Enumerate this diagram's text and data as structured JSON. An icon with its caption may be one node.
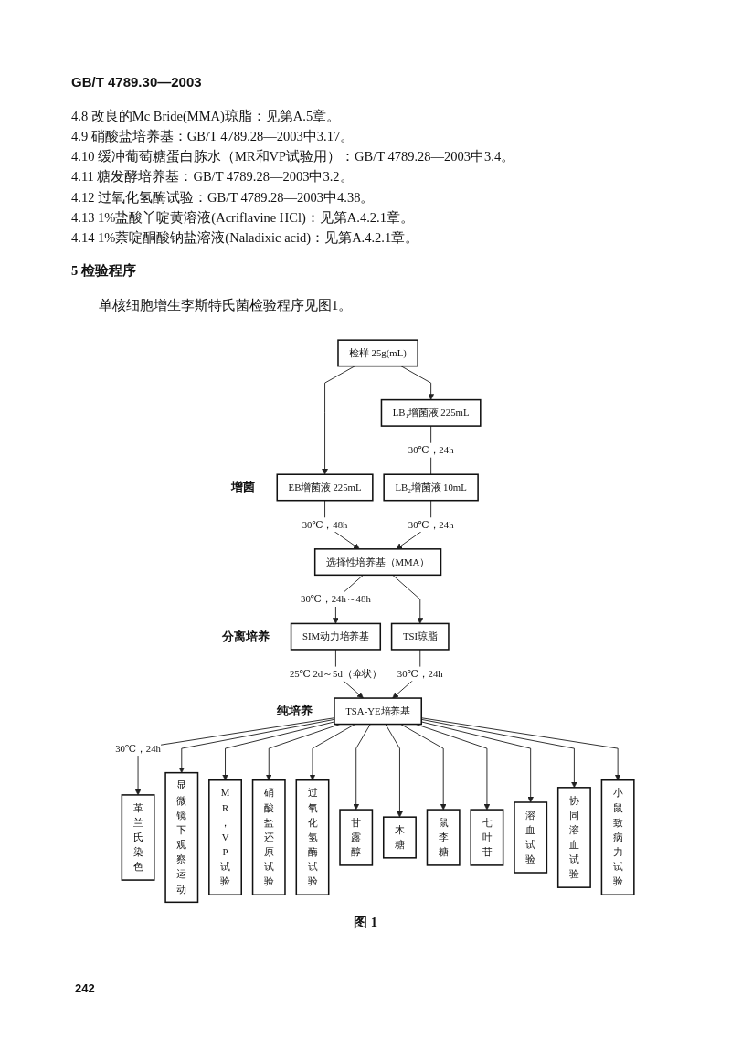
{
  "diagram": {
    "caption": "图 1",
    "nodes": [
      {
        "text": [
          "检样 25g(mL)"
        ]
      },
      {
        "text": [
          "EB增菌液 225mL"
        ],
        "beside": [
          "增菌"
        ]
      },
      {
        "text": [
          "LB₁增菌液 225mL"
        ]
      },
      {
        "text": [
          "LB₂增菌液 10mL"
        ]
      },
      {
        "text": [
          "选择性培养基（MMA）"
        ]
      },
      {
        "text": [
          "SIM动力培养基"
        ],
        "beside": [
          "分离培养"
        ]
      },
      {
        "text": [
          "TSI琼脂"
        ]
      },
      {
        "text": [
          "TSA-YE培养基"
        ],
        "beside": [
          "纯培养"
        ]
      },
      {
        "text": [
          "革兰氏染色"
        ]
      },
      {
        "text": [
          "显微镜下观察运动"
        ]
      },
      {
        "text": [
          "MR，VP试验"
        ]
      },
      {
        "text": [
          "硝酸盐还原试验"
        ]
      },
      {
        "text": [
          "过氧化氢酶试验"
        ]
      },
      {
        "text": [
          "甘露醇"
        ]
      },
      {
        "text": [
          "木糖"
        ]
      },
      {
        "text": [
          "鼠李糖"
        ]
      },
      {
        "text": [
          "七叶苷"
        ]
      },
      {
        "text": [
          "溶血试验"
        ]
      },
      {
        "text": [
          "协同溶血试验"
        ]
      },
      {
        "text": [
          "小鼠致病力试验"
        ]
      }
    ],
    "edges": [
      {
        "from": 0,
        "to": 1,
        "arrow": "to"
      },
      {
        "from": 0,
        "to": 2,
        "arrow": "to"
      },
      {
        "from": 1,
        "to": 4,
        "arrow": "to",
        "label": "30℃，48h"
      },
      {
        "from": 2,
        "to": 3,
        "arrow": "none",
        "label": "30℃，24h"
      },
      {
        "from": 3,
        "to": 4,
        "arrow": "to",
        "label": "30℃，24h"
      },
      {
        "from": 4,
        "to": 5,
        "arrow": "to",
        "label": "30℃，24h～48h"
      },
      {
        "from": 4,
        "to": 6,
        "arrow": "to"
      },
      {
        "from": 5,
        "to": 7,
        "arrow": "to",
        "label": "25℃ 2d～5d（伞状）"
      },
      {
        "from": 6,
        "to": 7,
        "arrow": "to",
        "label": "30℃，24h"
      },
      {
        "from": 7,
        "to": 8,
        "arrow": "to",
        "label": "30℃，24h"
      },
      {
        "from": 7,
        "to": 9,
        "arrow": "to"
      },
      {
        "from": 7,
        "to": 10,
        "arrow": "to"
      },
      {
        "from": 7,
        "to": 11,
        "arrow": "to"
      },
      {
        "from": 7,
        "to": 12,
        "arrow": "to"
      },
      {
        "from": 7,
        "to": 13,
        "arrow": "to"
      },
      {
        "from": 7,
        "to": 14,
        "arrow": "to"
      },
      {
        "from": 7,
        "to": 15,
        "arrow": "to"
      },
      {
        "from": 7,
        "to": 16,
        "arrow": "to"
      },
      {
        "from": 7,
        "to": 17,
        "arrow": "to"
      },
      {
        "from": 7,
        "to": 18,
        "arrow": "to"
      },
      {
        "from": 7,
        "to": 19,
        "arrow": "to"
      }
    ],
    "labels": [
      "GB/T 4789.30—2003",
      "4.8 改良的Mc Bride(MMA)琼脂：见第A.5章。",
      "4.9 硝酸盐培养基：GB/T 4789.28—2003中3.17。",
      "4.10 缓冲葡萄糖蛋白胨水（MR和VP试验用）：GB/T 4789.28—2003中3.4。",
      "4.11 糖发酵培养基：GB/T 4789.28—2003中3.2。",
      "4.12 过氧化氢酶试验：GB/T 4789.28—2003中4.38。",
      "4.13 1%盐酸丫啶黄溶液(Acriflavine HCl)：见第A.4.2.1章。",
      "4.14 1%萘啶酮酸钠盐溶液(Naladixic acid)：见第A.4.2.1章。",
      "5 检验程序",
      "单核细胞增生李斯特氏菌检验程序见图1。",
      "242"
    ]
  }
}
